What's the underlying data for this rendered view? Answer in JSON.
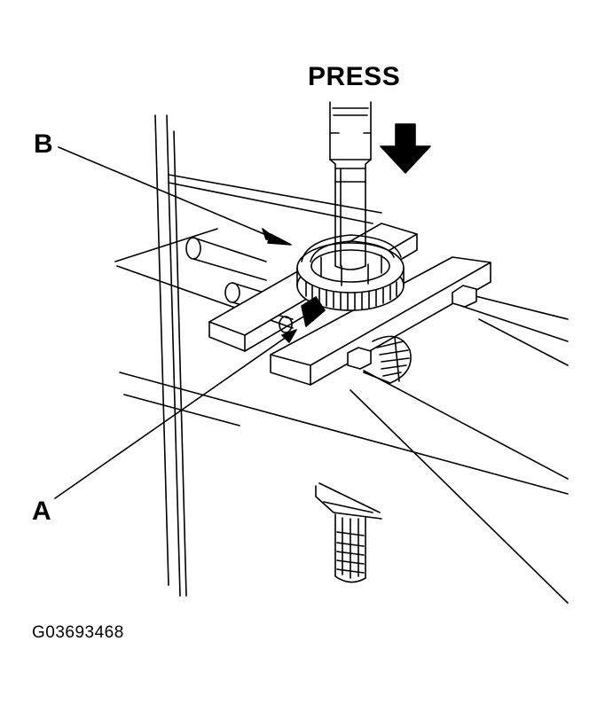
{
  "labels": {
    "press": "PRESS",
    "b": "B",
    "a": "A"
  },
  "figure_id": "G03693468",
  "colors": {
    "line": "#000000",
    "background": "#ffffff"
  },
  "icons": {
    "press_direction": "down-arrow-icon"
  }
}
